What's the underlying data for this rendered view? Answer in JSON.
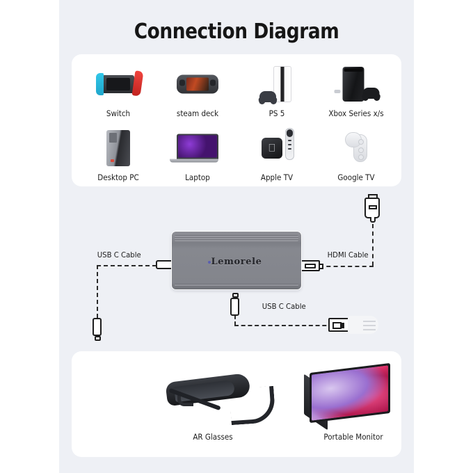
{
  "page": {
    "title": "Connection Diagram",
    "background_color": "#ffffff",
    "band_color": "#eef0f5",
    "panel_color": "#ffffff"
  },
  "sources_panel": {
    "devices": [
      {
        "label": "Switch",
        "icon": "nintendo-switch-icon"
      },
      {
        "label": "steam deck",
        "icon": "steam-deck-icon"
      },
      {
        "label": "PS 5",
        "icon": "playstation-5-icon"
      },
      {
        "label": "Xbox Series x/s",
        "icon": "xbox-series-icon"
      },
      {
        "label": "Desktop PC",
        "icon": "desktop-pc-icon"
      },
      {
        "label": "Laptop",
        "icon": "laptop-icon"
      },
      {
        "label": "Apple TV",
        "icon": "apple-tv-icon"
      },
      {
        "label": "Google TV",
        "icon": "google-tv-icon"
      }
    ]
  },
  "hub": {
    "brand": "Lemorele",
    "led_color": "#5a5fb0",
    "body_color": "#85878e"
  },
  "cables": [
    {
      "label": "USB C Cable",
      "connector": "usb-c",
      "position": "left"
    },
    {
      "label": "HDMI Cable",
      "connector": "hdmi",
      "position": "right"
    },
    {
      "label": "USB C Cable",
      "connector": "usb-c",
      "position": "bottom"
    }
  ],
  "outputs_panel": {
    "devices": [
      {
        "label": "AR Glasses",
        "icon": "ar-glasses-icon"
      },
      {
        "label": "Portable Monitor",
        "icon": "portable-monitor-icon"
      }
    ]
  }
}
